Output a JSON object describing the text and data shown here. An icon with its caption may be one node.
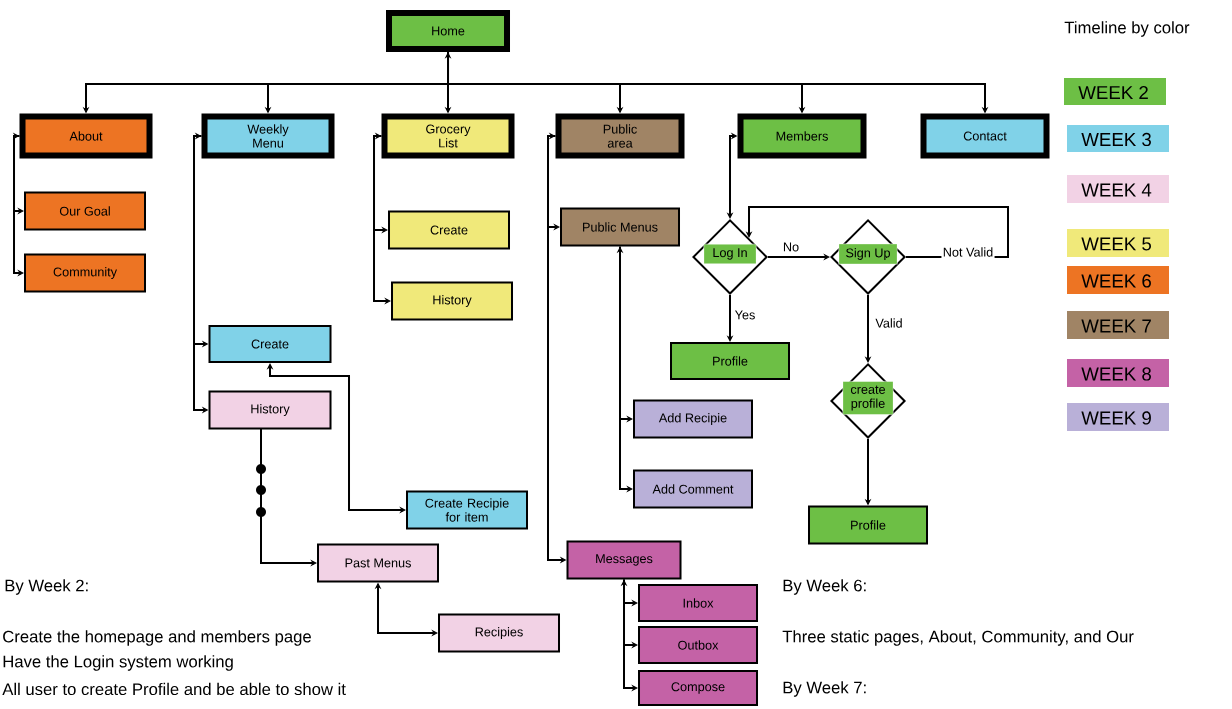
{
  "diagram": {
    "nodes": [
      {
        "text": [
          "Home"
        ]
      },
      {
        "text": [
          "About"
        ]
      },
      {
        "text": [
          "Weekly Menu"
        ]
      },
      {
        "text": [
          "Grocery List"
        ]
      },
      {
        "text": [
          "Public area"
        ]
      },
      {
        "text": [
          "Members"
        ]
      },
      {
        "text": [
          "Contact"
        ]
      },
      {
        "text": [
          "Our Goal"
        ]
      },
      {
        "text": [
          "Community"
        ]
      },
      {
        "text": [
          "Create"
        ]
      },
      {
        "text": [
          "History"
        ]
      },
      {
        "text": [
          "Public Menus"
        ]
      },
      {
        "text": [
          "Log In"
        ]
      },
      {
        "text": [
          "Sign Up"
        ]
      },
      {
        "text": [
          "Create"
        ]
      },
      {
        "text": [
          "History"
        ]
      },
      {
        "text": [
          "Profile"
        ]
      },
      {
        "text": [
          "Add Recipie"
        ]
      },
      {
        "text": [
          "create profile"
        ]
      },
      {
        "text": [
          "Create Recipie for item"
        ]
      },
      {
        "text": [
          "Add Comment"
        ]
      },
      {
        "text": [
          "Profile"
        ]
      },
      {
        "text": [
          "Past Menus"
        ]
      },
      {
        "text": [
          "Messages"
        ]
      },
      {
        "text": [
          "Inbox"
        ]
      },
      {
        "text": [
          "Recipies"
        ]
      },
      {
        "text": [
          "Outbox"
        ]
      },
      {
        "text": [
          "Compose"
        ]
      }
    ],
    "edges": [
      {
        "from": 0,
        "to": 1,
        "arrow": "to"
      },
      {
        "from": 0,
        "to": 2,
        "arrow": "to"
      },
      {
        "from": 0,
        "to": 3,
        "arrow": "both"
      },
      {
        "from": 0,
        "to": 4,
        "arrow": "to"
      },
      {
        "from": 0,
        "to": 5,
        "arrow": "to"
      },
      {
        "from": 0,
        "to": 6,
        "arrow": "to"
      },
      {
        "from": 1,
        "to": 7,
        "arrow": "both"
      },
      {
        "from": 1,
        "to": 8,
        "arrow": "to"
      },
      {
        "from": 2,
        "to": 14,
        "arrow": "both"
      },
      {
        "from": 2,
        "to": 15,
        "arrow": "to"
      },
      {
        "from": 3,
        "to": 9,
        "arrow": "both"
      },
      {
        "from": 3,
        "to": 10,
        "arrow": "to"
      },
      {
        "from": 4,
        "to": 11,
        "arrow": "both"
      },
      {
        "from": 4,
        "to": 23,
        "arrow": "to"
      },
      {
        "from": 11,
        "to": 17,
        "arrow": "both"
      },
      {
        "from": 11,
        "to": 20,
        "arrow": "to"
      },
      {
        "from": 5,
        "to": 12,
        "arrow": "both"
      },
      {
        "from": 12,
        "to": 13,
        "arrow": "to",
        "label": "No"
      },
      {
        "from": 12,
        "to": 16,
        "arrow": "to",
        "label": "Yes"
      },
      {
        "from": 13,
        "to": 12,
        "arrow": "to",
        "label": "Not Valid"
      },
      {
        "from": 13,
        "to": 18,
        "arrow": "to",
        "label": "Valid"
      },
      {
        "from": 18,
        "to": 21,
        "arrow": "to"
      },
      {
        "from": 15,
        "to": 22,
        "arrow": "to"
      },
      {
        "from": 14,
        "to": 19,
        "arrow": "both"
      },
      {
        "from": 22,
        "to": 25,
        "arrow": "both"
      },
      {
        "from": 23,
        "to": 24,
        "arrow": "both"
      },
      {
        "from": 23,
        "to": 26,
        "arrow": "to"
      },
      {
        "from": 23,
        "to": 27,
        "arrow": "to"
      }
    ],
    "labels": [
      "Timeline by color",
      "By Week 2:",
      "Create the homepage and members page",
      "Have the Login system working",
      "All user to create Profile and be able to show it",
      "By Week 6:",
      "Three static pages, About, Community, and Our",
      "By Week 7:"
    ],
    "legend": [
      {
        "text": "WEEK 2",
        "color": "#6dbf45"
      },
      {
        "text": "WEEK 3",
        "color": "#80d2e8"
      },
      {
        "text": "WEEK 4",
        "color": "#f2d2e5"
      },
      {
        "text": "WEEK 5",
        "color": "#f0e97a"
      },
      {
        "text": "WEEK 6",
        "color": "#ed7423"
      },
      {
        "text": "WEEK 7",
        "color": "#a08465"
      },
      {
        "text": "WEEK 8",
        "color": "#c462a6"
      },
      {
        "text": "WEEK 9",
        "color": "#b9b0d8"
      }
    ]
  }
}
